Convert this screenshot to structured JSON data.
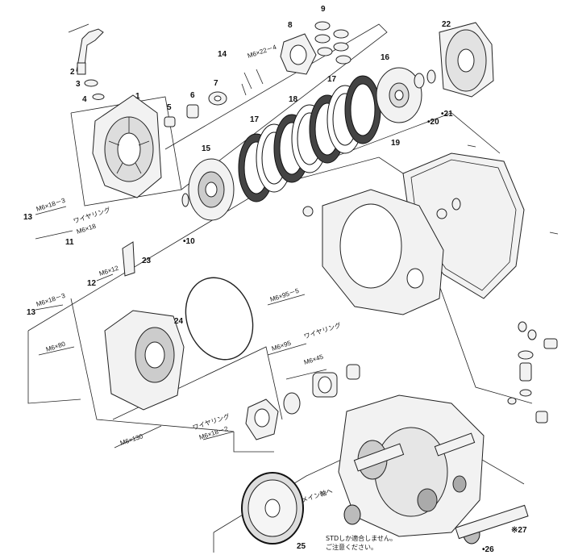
{
  "labels": {
    "p1": "1",
    "p2": "2",
    "p3": "3",
    "p4": "4",
    "p5": "5",
    "p6": "6",
    "p7": "7",
    "p8": "8",
    "p9": "9",
    "p10": "•10",
    "p11": "11",
    "p12": "12",
    "p13a": "13",
    "p13b": "13",
    "p14": "14",
    "p15": "15",
    "p16": "16",
    "p17a": "17",
    "p17b": "17",
    "p18": "18",
    "p19": "19",
    "p20": "•20",
    "p21": "•21",
    "p22": "22",
    "p23": "23",
    "p24": "24",
    "p25": "25",
    "p26": "•26",
    "p27": "※27"
  },
  "bolts": {
    "m6x22_4": "M6×22－4",
    "m6x18_3a": "M6×18－3",
    "wire_a": "ワイヤリング",
    "m6x18": "M6×18",
    "m6x12": "M6×12",
    "m6x18_3b": "M6×18－3",
    "m6x80": "M6×80",
    "m6x95_5": "M6×95－5",
    "m6x95": "M6×95",
    "wire_b": "ワイヤリング",
    "m6x45": "M6×45",
    "wire_c": "ワイヤリング",
    "m6x18_2": "M6×18－2",
    "m6x130": "M6×130"
  },
  "notes": {
    "main_shaft": "メイン軸へ",
    "std_line1": "STDしか適合しません。",
    "std_line2": "ご注意ください。"
  }
}
